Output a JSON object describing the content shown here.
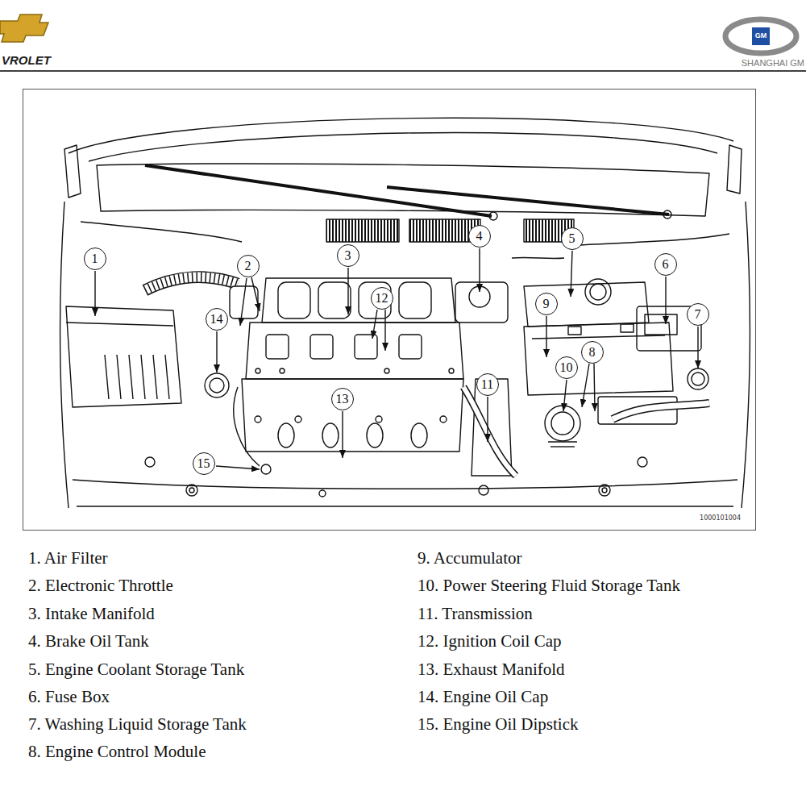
{
  "diagram": {
    "nodes": [
      {
        "text": [
          "1000101004"
        ]
      },
      {
        "text": [
          "1"
        ],
        "in": 0
      },
      {
        "text": [
          "2"
        ],
        "in": 0
      },
      {
        "text": [
          "3"
        ],
        "in": 0
      },
      {
        "text": [
          "4"
        ],
        "in": 0
      },
      {
        "text": [
          "5"
        ],
        "in": 0
      },
      {
        "text": [
          "6"
        ],
        "in": 0
      },
      {
        "text": [
          "7"
        ],
        "in": 0
      },
      {
        "text": [
          "8"
        ],
        "in": 0
      },
      {
        "text": [
          "9"
        ],
        "in": 0
      },
      {
        "text": [
          "10"
        ],
        "in": 0
      },
      {
        "text": [
          "11"
        ],
        "in": 0
      },
      {
        "text": [
          "12"
        ],
        "in": 0
      },
      {
        "text": [
          "13"
        ],
        "in": 0
      },
      {
        "text": [
          "14"
        ],
        "in": 0
      },
      {
        "text": [
          "15"
        ],
        "in": 0
      }
    ],
    "labels": [
      "VROLET",
      "GM",
      "SHANGHAI GM",
      "1. Air Filter",
      "2. Electronic Throttle",
      "3. Intake Manifold",
      "4. Brake Oil Tank",
      "5. Engine Coolant Storage Tank",
      "6. Fuse Box",
      "7. Washing Liquid Storage Tank",
      "8. Engine Control Module",
      "9. Accumulator",
      "10. Power Steering Fluid Storage Tank",
      "11. Transmission",
      "12. Ignition Coil Cap",
      "13. Exhaust Manifold",
      "14. Engine Oil Cap",
      "15. Engine Oil Dipstick"
    ]
  }
}
